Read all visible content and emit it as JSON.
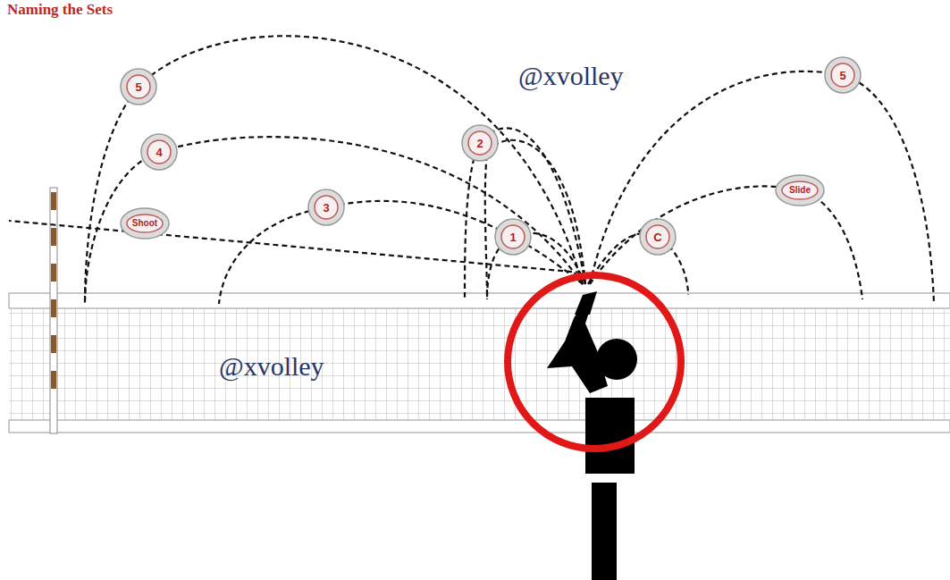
{
  "diagram": {
    "title": "Naming the Sets",
    "nodes": [
      {
        "text": [
          "5"
        ]
      },
      {
        "text": [
          "4"
        ]
      },
      {
        "text": [
          "Shoot"
        ]
      },
      {
        "text": [
          "3"
        ]
      },
      {
        "text": [
          "2"
        ]
      },
      {
        "text": [
          "1"
        ]
      },
      {
        "text": [
          "C"
        ]
      },
      {
        "text": [
          "Slide"
        ]
      },
      {
        "text": [
          "5"
        ]
      }
    ],
    "labels": [
      "@xvolley",
      "@xvolley"
    ]
  }
}
